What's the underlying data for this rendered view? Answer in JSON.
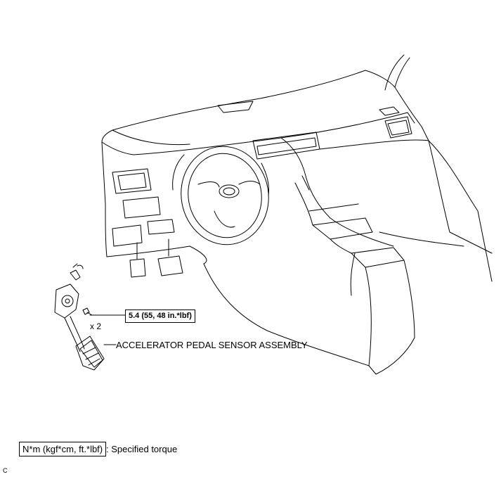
{
  "torque_callout": "5.4 (55, 48 in.*lbf)",
  "quantity_callout": "x 2",
  "part_label": "ACCELERATOR PEDAL SENSOR ASSEMBLY",
  "legend": {
    "unit_box": "N*m (kgf*cm, ft.*lbf)",
    "description": ": Specified torque"
  },
  "corner_code": "C"
}
